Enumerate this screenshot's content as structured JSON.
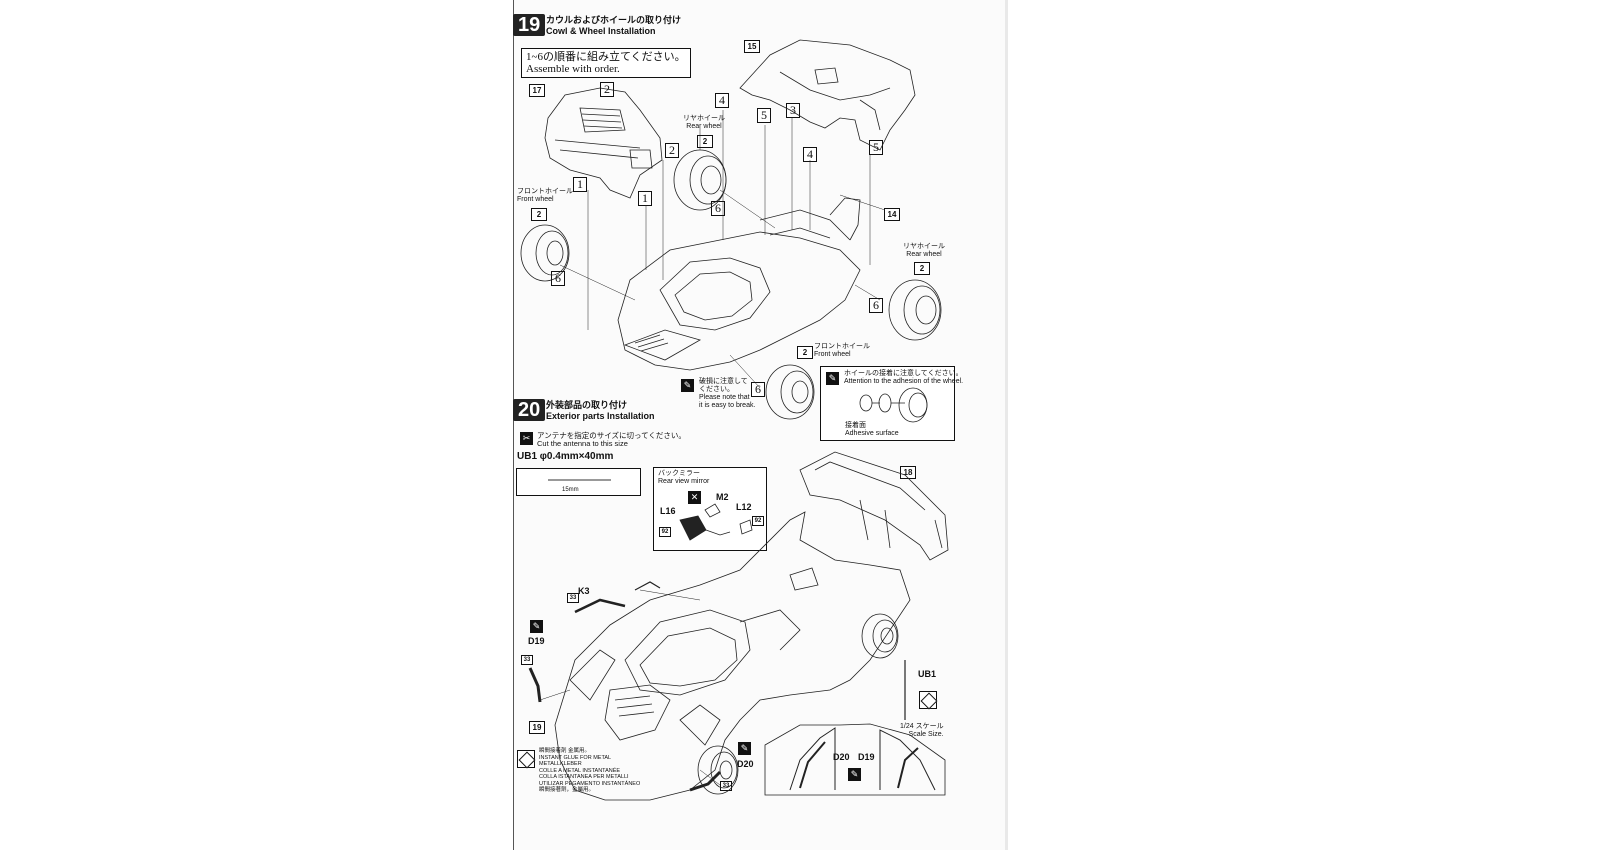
{
  "step19": {
    "number": "19",
    "title_jp": "カウルおよびホイールの取り付け",
    "title_en": "Cowl & Wheel Installation",
    "note_jp": "1~6の順番に組み立てください。",
    "note_en": "Assemble with order.",
    "parts": {
      "p17": "17",
      "p15": "15",
      "p14": "14",
      "w1": "2",
      "w2": "2",
      "w3": "2",
      "w4": "2"
    },
    "seq": [
      "1",
      "1",
      "2",
      "2",
      "3",
      "4",
      "4",
      "5",
      "5",
      "6",
      "6",
      "6",
      "6"
    ],
    "rear_wheel_jp": "リヤホイール",
    "rear_wheel_en": "Rear wheel",
    "front_wheel_jp": "フロントホイール",
    "front_wheel_en": "Front wheel",
    "break_jp1": "破損に注意して",
    "break_jp2": "ください。",
    "break_en1": "Please note that",
    "break_en2": "it is easy to break.",
    "adhesion_jp": "ホイールの接着に注意してください。",
    "adhesion_en": "Attention to the adhesion of the wheel.",
    "adhesive_jp": "接着面",
    "adhesive_en": "Adhesive surface"
  },
  "step20": {
    "number": "20",
    "title_jp": "外装部品の取り付け",
    "title_en": "Exterior parts Installation",
    "antenna_jp": "アンテナを指定のサイズに切ってください。",
    "antenna_en": "Cut the antenna to this size",
    "ub1_spec": "UB1  φ0.4mm×40mm",
    "measure": "15mm",
    "mirror_jp": "バックミラー",
    "mirror_en": "Rear view mirror",
    "labels": {
      "m2": "M2",
      "l16": "L16",
      "l12": "L12",
      "k3": "K3",
      "d19": "D19",
      "d20": "D20",
      "ub1": "UB1",
      "p18": "18",
      "p19": "19",
      "inset_d20": "D20",
      "inset_d19": "D19"
    },
    "paint_codes": {
      "c92a": "92",
      "c92b": "92",
      "c33a": "33",
      "c33b": "33",
      "c33c": "33"
    },
    "scale_jp": "1/24 スケール",
    "scale_en": "Scale Size.",
    "glue_lines": [
      "瞬間接着剤  金属用。",
      "INSTANT GLUE FOR METAL",
      "METALLKLEBER",
      "COLLE A METAL INSTANTANÉE",
      "COLLA ISTANTANEA PER METALLI",
      "UTILIZAR PEGAMENTO INSTANTÁNEO",
      "瞬間接著劑，金屬用。"
    ]
  }
}
